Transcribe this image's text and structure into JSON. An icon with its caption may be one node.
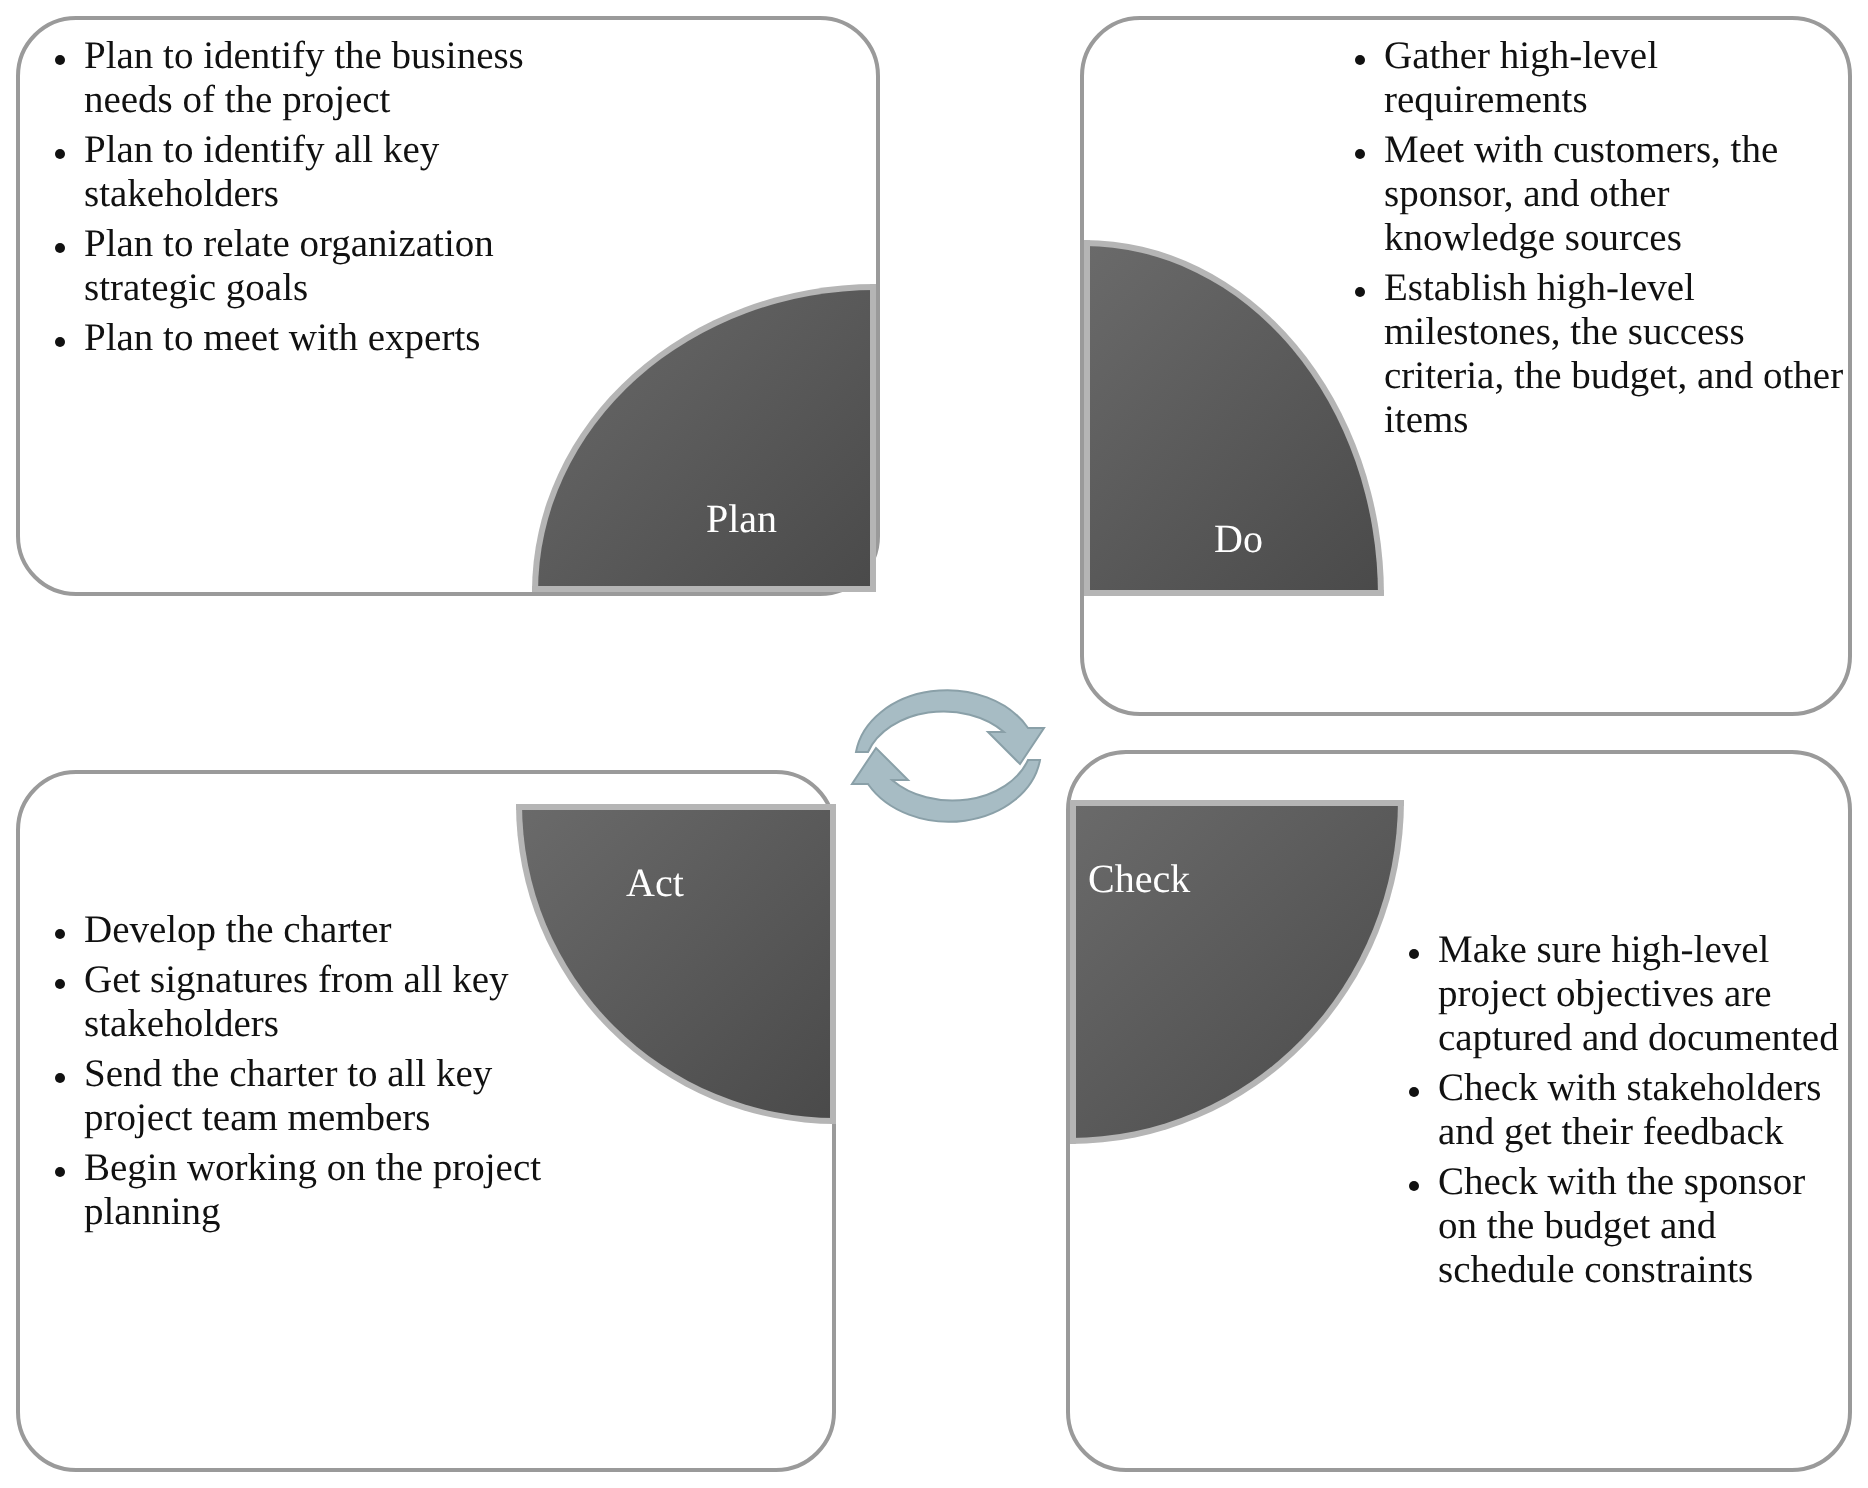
{
  "diagram": {
    "nodes": [
      {
        "text": [
          "Plan to identify the business needs of the project",
          "Plan to identify all key stakeholders",
          "Plan to relate organization strategic goals",
          "Plan to meet with experts"
        ]
      },
      {
        "text": [
          "Plan"
        ],
        "in": 0
      },
      {
        "text": [
          "Gather high-level requirements",
          "Meet with customers, the sponsor, and other knowledge sources",
          "Establish high-level milestones, the success criteria, the budget, and other items"
        ]
      },
      {
        "text": [
          "Do"
        ],
        "in": 2
      },
      {
        "text": [
          "Develop the charter",
          "Get signatures from all key stakeholders",
          "Send the charter to all key project team members",
          "Begin working on the project planning"
        ]
      },
      {
        "text": [
          "Act"
        ],
        "in": 4
      },
      {
        "text": [
          "Make sure high-level project objectives are captured and documented",
          "Check with stakeholders and get their feedback",
          "Check with the sponsor on the budget and schedule constraints"
        ]
      },
      {
        "text": [
          "Check"
        ],
        "in": 6
      }
    ]
  }
}
